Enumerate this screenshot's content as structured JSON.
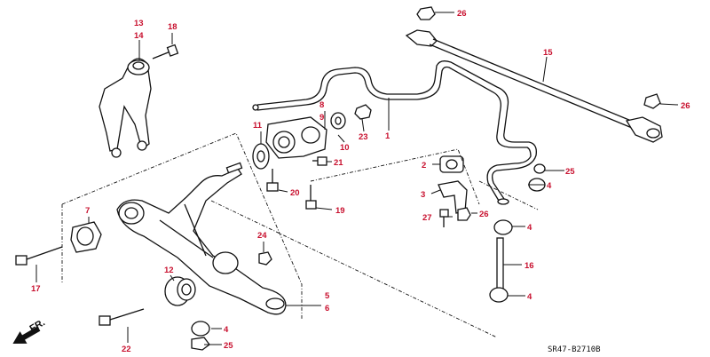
{
  "diagram_code": "SR47-B2710B",
  "direction_label": "FR.",
  "callouts": [
    {
      "id": "c1",
      "text": "1"
    },
    {
      "id": "c2",
      "text": "2"
    },
    {
      "id": "c3",
      "text": "3"
    },
    {
      "id": "c4a",
      "text": "4"
    },
    {
      "id": "c4b",
      "text": "4"
    },
    {
      "id": "c4c",
      "text": "4"
    },
    {
      "id": "c4d",
      "text": "4"
    },
    {
      "id": "c5",
      "text": "5"
    },
    {
      "id": "c6",
      "text": "6"
    },
    {
      "id": "c7",
      "text": "7"
    },
    {
      "id": "c8",
      "text": "8"
    },
    {
      "id": "c9",
      "text": "9"
    },
    {
      "id": "c10",
      "text": "10"
    },
    {
      "id": "c11",
      "text": "11"
    },
    {
      "id": "c12",
      "text": "12"
    },
    {
      "id": "c13",
      "text": "13"
    },
    {
      "id": "c14",
      "text": "14"
    },
    {
      "id": "c15",
      "text": "15"
    },
    {
      "id": "c16",
      "text": "16"
    },
    {
      "id": "c17",
      "text": "17"
    },
    {
      "id": "c18",
      "text": "18"
    },
    {
      "id": "c19",
      "text": "19"
    },
    {
      "id": "c20",
      "text": "20"
    },
    {
      "id": "c21",
      "text": "21"
    },
    {
      "id": "c22",
      "text": "22"
    },
    {
      "id": "c23",
      "text": "23"
    },
    {
      "id": "c24",
      "text": "24"
    },
    {
      "id": "c25a",
      "text": "25"
    },
    {
      "id": "c25b",
      "text": "25"
    },
    {
      "id": "c26a",
      "text": "26"
    },
    {
      "id": "c26b",
      "text": "26"
    },
    {
      "id": "c26c",
      "text": "26"
    },
    {
      "id": "c27",
      "text": "27"
    }
  ],
  "colors": {
    "callout": "#c8102e",
    "line": "#111111",
    "background": "#ffffff"
  }
}
